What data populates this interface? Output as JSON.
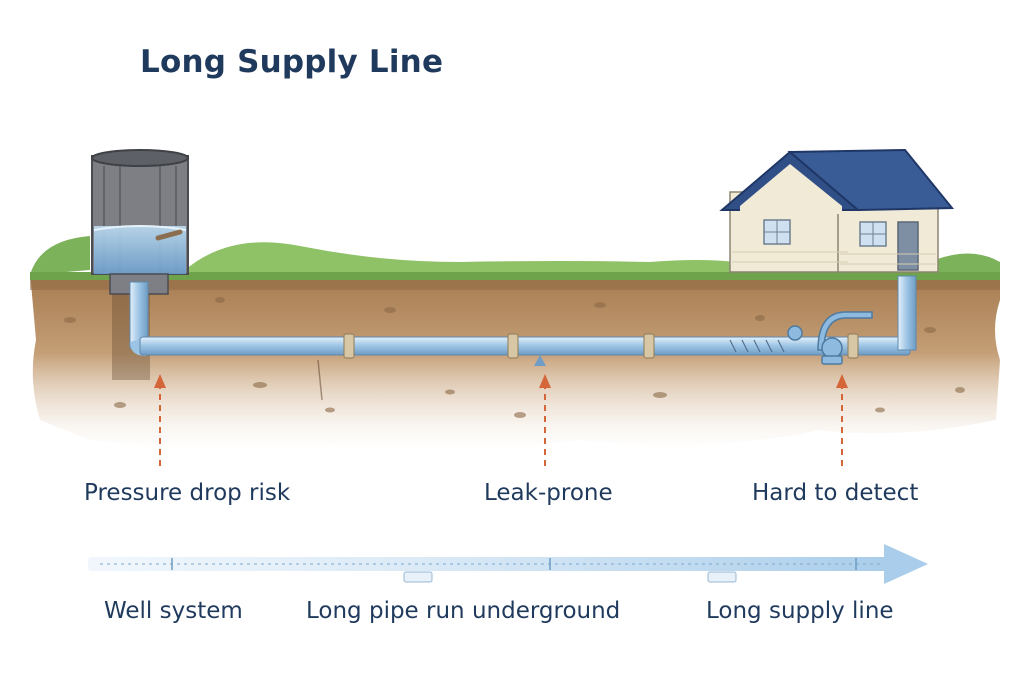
{
  "title": "Long Supply Line",
  "callouts": {
    "pressure": "Pressure drop risk",
    "leak": "Leak-prone",
    "detect": "Hard to detect"
  },
  "timeline": {
    "well": "Well system",
    "pipe": "Long pipe run underground",
    "supply": "Long supply line"
  },
  "colors": {
    "title": "#1f3a5c",
    "pipe": "#9cc4e4",
    "soil": "#b88d62",
    "grass": "#7cb35a",
    "arrow": "#d5663a",
    "roof": "#2f4f86",
    "house_wall": "#f1ead6"
  }
}
